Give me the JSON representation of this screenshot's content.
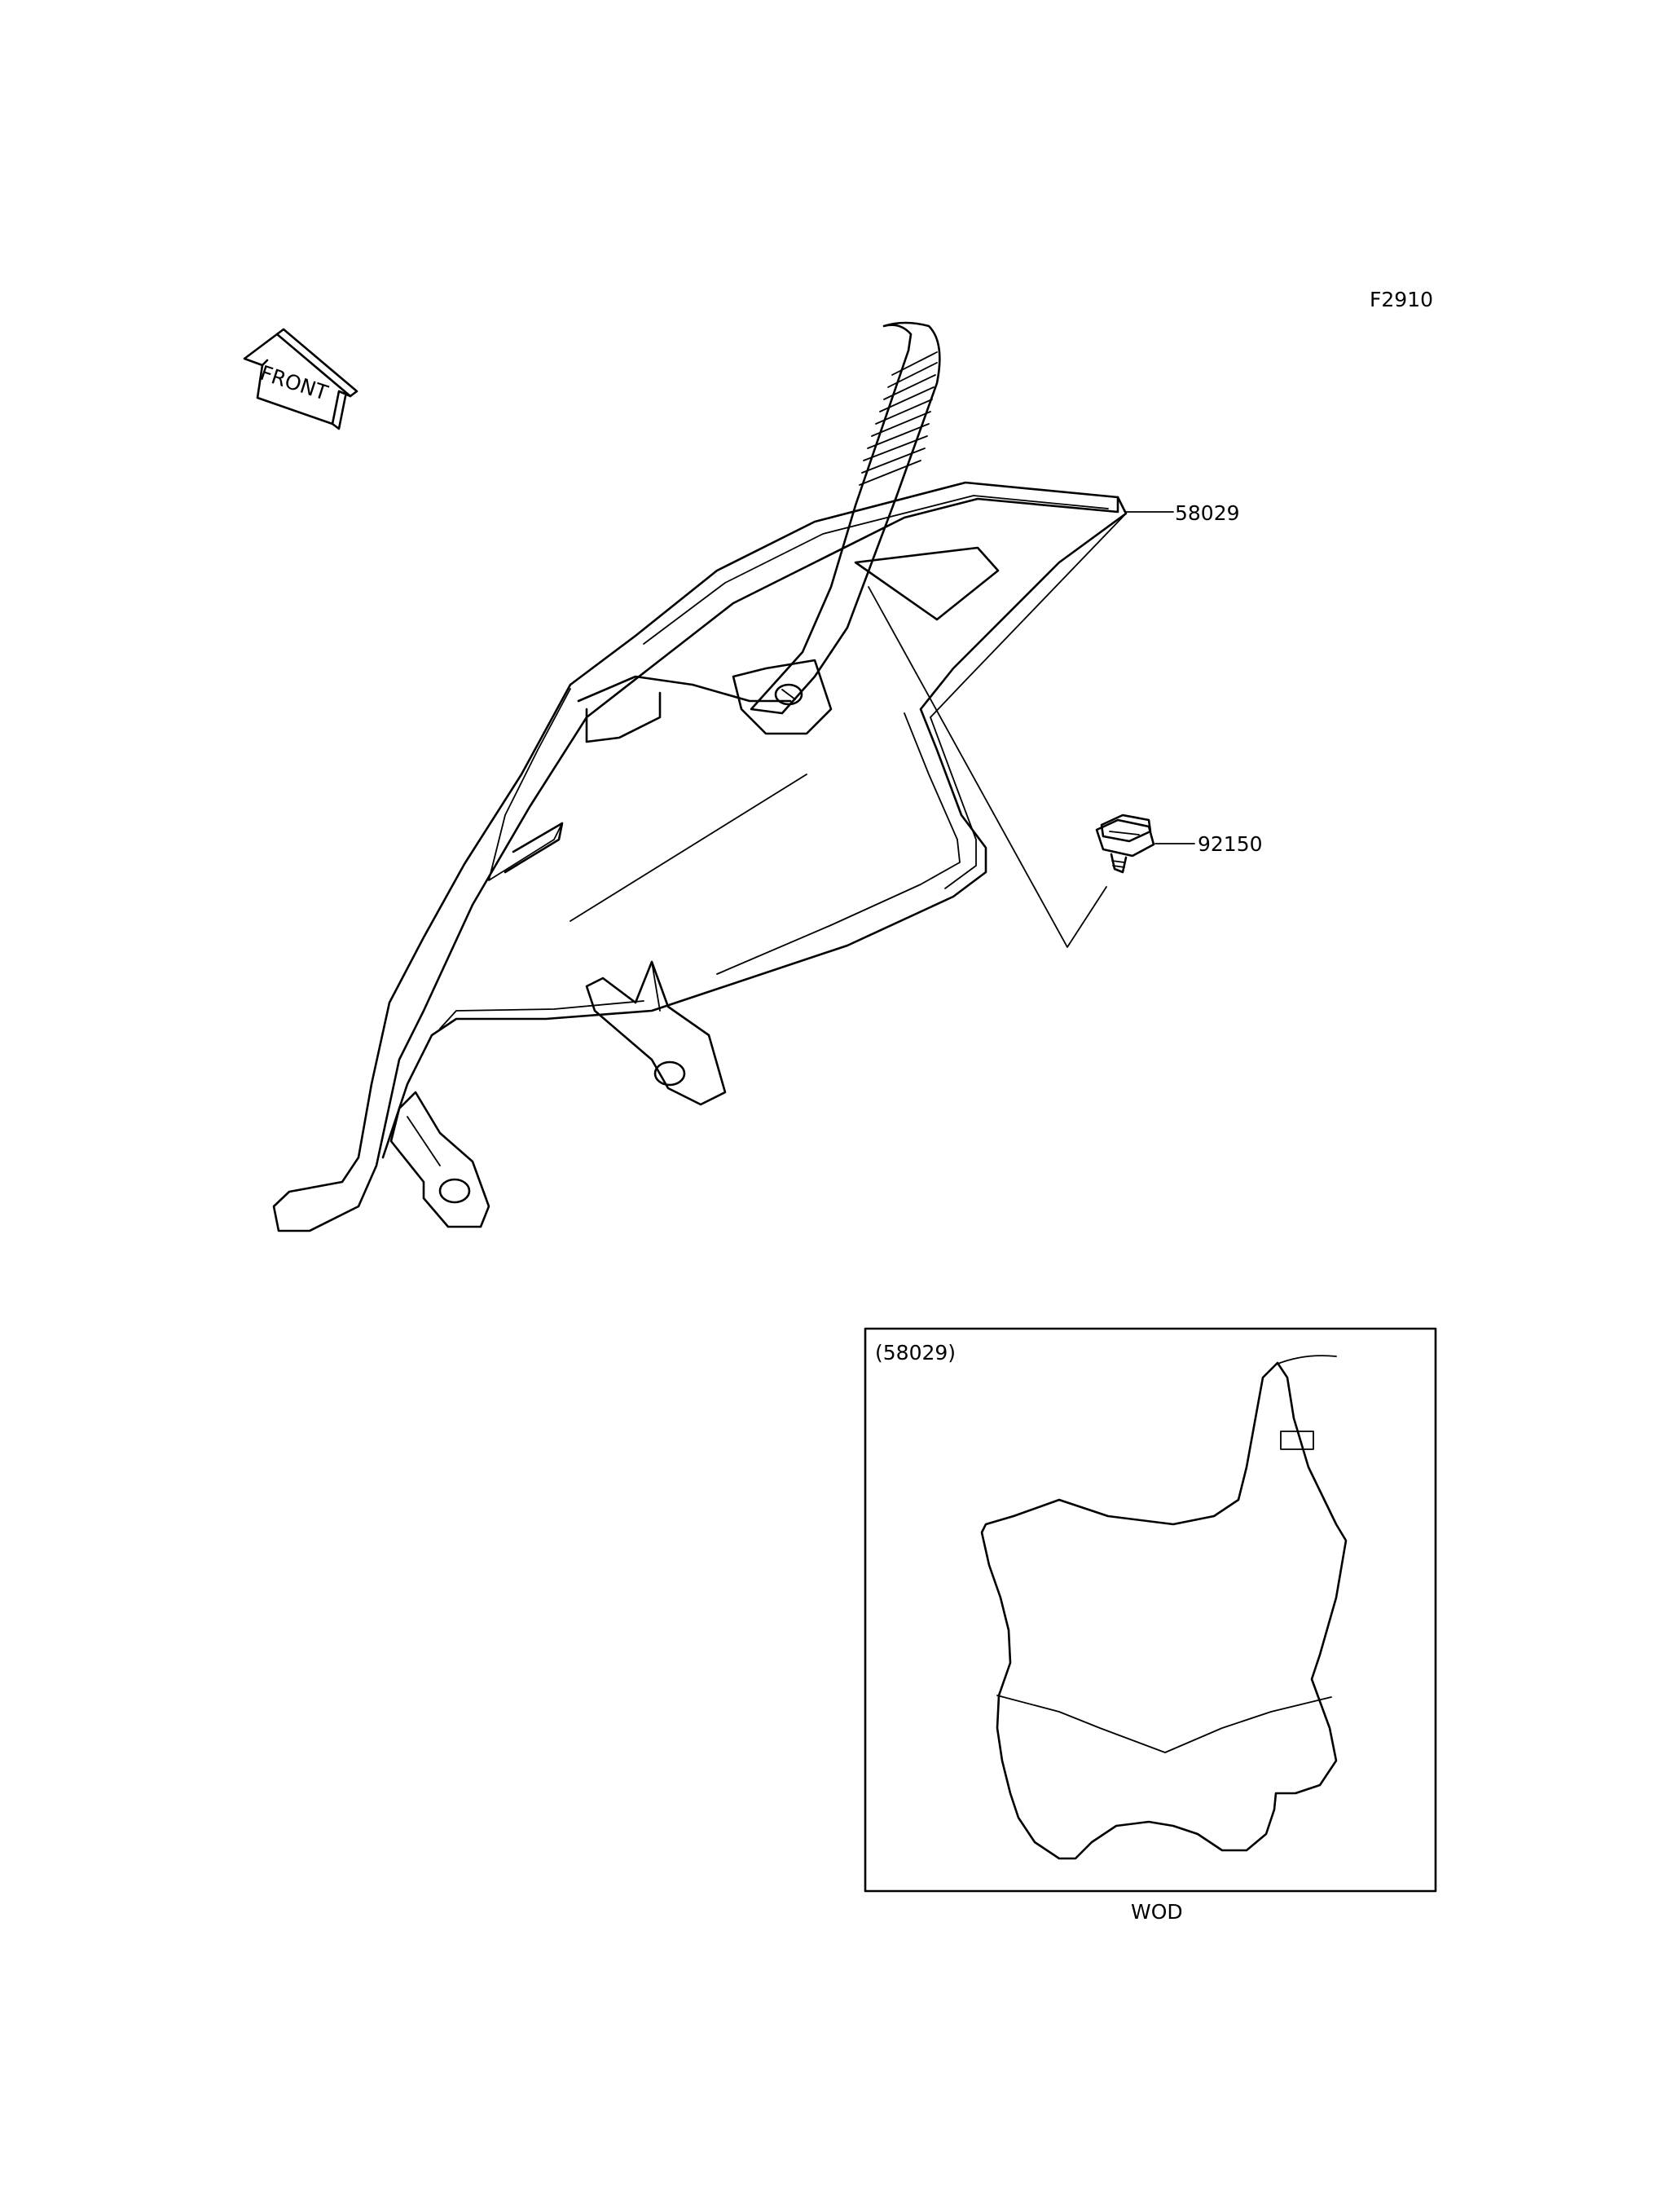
{
  "figure_code": "F2910",
  "front_badge": "FRONT",
  "callouts": {
    "cowl_part": "58029",
    "bolt_part": "92150"
  },
  "detail_view": {
    "title": "(58029)",
    "color_code": "WOD"
  }
}
